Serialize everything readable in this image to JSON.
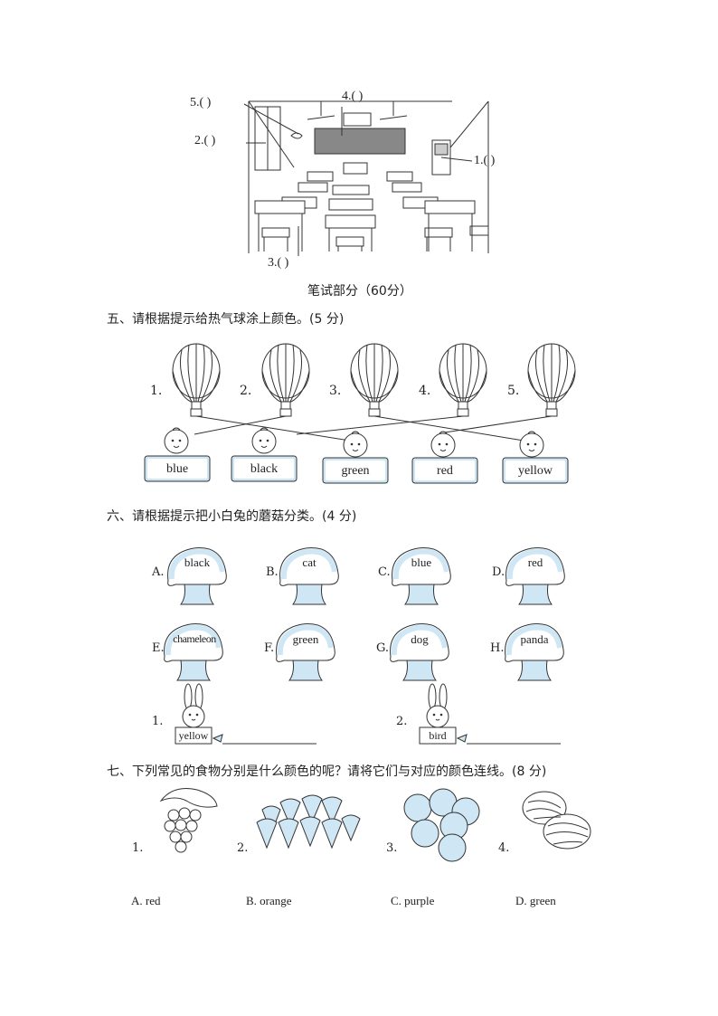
{
  "classroom": {
    "labels": [
      "1.(        )",
      "2.(        )",
      "3.(        )",
      "4.(        )",
      "5.(        )"
    ],
    "section_heading": "笔试部分（60分）"
  },
  "q5": {
    "title": "五、请根据提示给热气球涂上颜色。(5 分)",
    "balloon_numbers": [
      "1.",
      "2.",
      "3.",
      "4.",
      "5."
    ],
    "colors": [
      "blue",
      "black",
      "green",
      "red",
      "yellow"
    ]
  },
  "q6": {
    "title": "六、请根据提示把小白兔的蘑菇分类。(4 分)",
    "mushrooms": [
      {
        "letter": "A.",
        "word": "black"
      },
      {
        "letter": "B.",
        "word": "cat"
      },
      {
        "letter": "C.",
        "word": "blue"
      },
      {
        "letter": "D.",
        "word": "red"
      },
      {
        "letter": "E.",
        "word": "chameleon"
      },
      {
        "letter": "F.",
        "word": "green"
      },
      {
        "letter": "G.",
        "word": "dog"
      },
      {
        "letter": "H.",
        "word": "panda"
      }
    ],
    "rabbits": [
      {
        "num": "1.",
        "word": "yellow"
      },
      {
        "num": "2.",
        "word": "bird"
      }
    ]
  },
  "q7": {
    "title": "七、下列常见的食物分别是什么颜色的呢？请将它们与对应的颜色连线。(8 分)",
    "food_numbers": [
      "1.",
      "2.",
      "3.",
      "4."
    ],
    "food_icons": [
      "grapes-icon",
      "strawberries-icon",
      "oranges-icon",
      "watermelons-icon"
    ],
    "options": [
      "A. red",
      "B. orange",
      "C. purple",
      "D. green"
    ]
  },
  "colors": {
    "accent_blue": "#cfe6f5",
    "line": "#333333"
  }
}
